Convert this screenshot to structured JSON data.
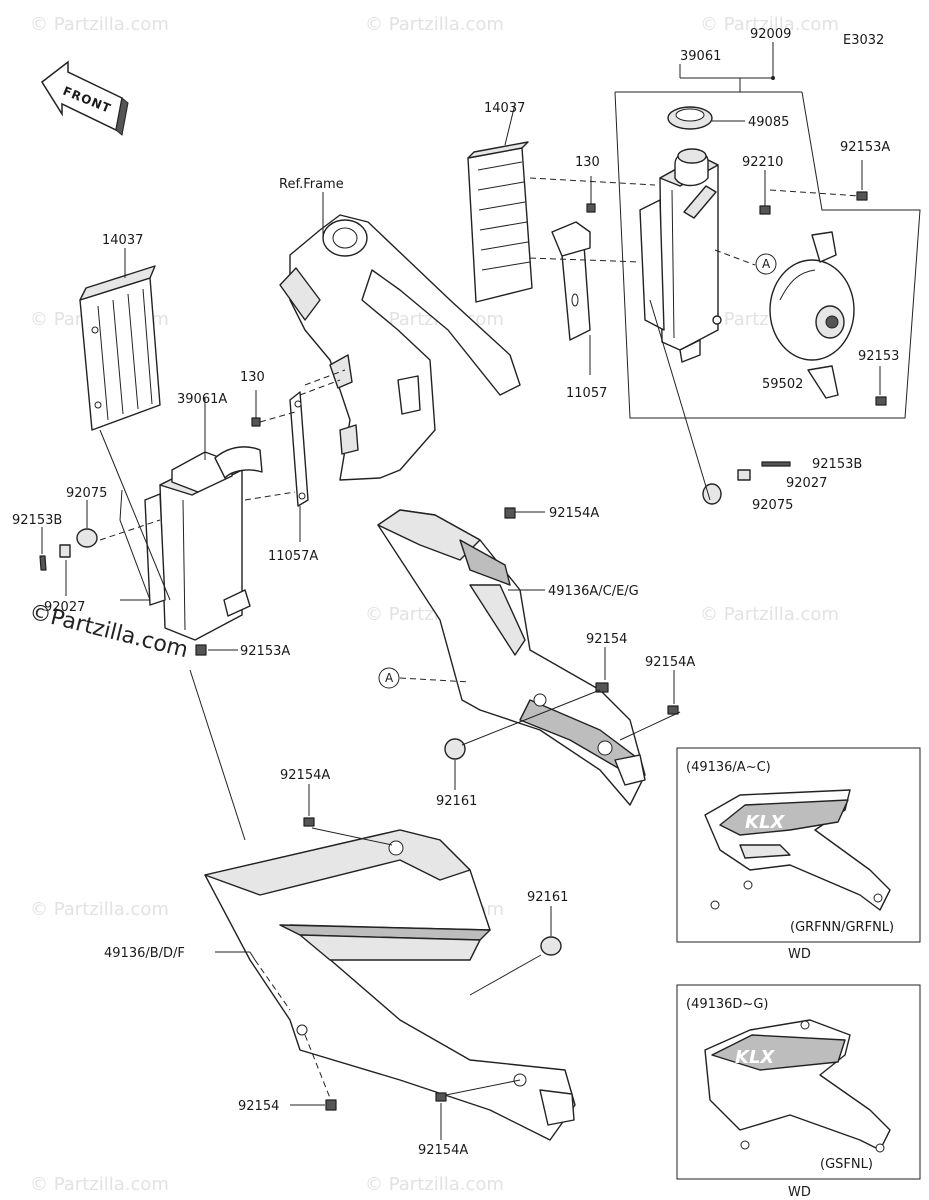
{
  "code": "E3032",
  "front_label": "FRONT",
  "ref_frame": "Ref.Frame",
  "watermark": "© Partzilla.com",
  "watermark_main": "©Partzilla.com",
  "callout": "A",
  "parts": {
    "p39061": "39061",
    "p92009": "92009",
    "p49085": "49085",
    "p14037_r": "14037",
    "p130_r": "130",
    "p92210": "92210",
    "p92153A_r": "92153A",
    "p11057": "11057",
    "p92153": "92153",
    "p59502": "59502",
    "p92153B_r": "92153B",
    "p92027_r": "92027",
    "p92075_r": "92075",
    "p14037_l": "14037",
    "p130_l": "130",
    "p39061A": "39061A",
    "p92075_l": "92075",
    "p92153B_l": "92153B",
    "p11057A": "11057A",
    "p92027_l": "92027",
    "p92153A_l": "92153A",
    "p92154A_top": "92154A",
    "p49136ACEG": "49136A/C/E/G",
    "p92154": "92154",
    "p92154A_mid": "92154A",
    "p92161_mid": "92161",
    "p92154A_low": "92154A",
    "p92161_low": "92161",
    "p49136BDF": "49136/B/D/F",
    "p92154_low": "92154",
    "p92154A_bot": "92154A"
  },
  "inset_1": {
    "title": "(49136/A~C)",
    "variant": "(GRFNN/GRFNL)",
    "model": "WD",
    "logo": "KLX"
  },
  "inset_2": {
    "title": "(49136D~G)",
    "variant": "(GSFNL)",
    "model": "WD",
    "logo": "KLX"
  }
}
